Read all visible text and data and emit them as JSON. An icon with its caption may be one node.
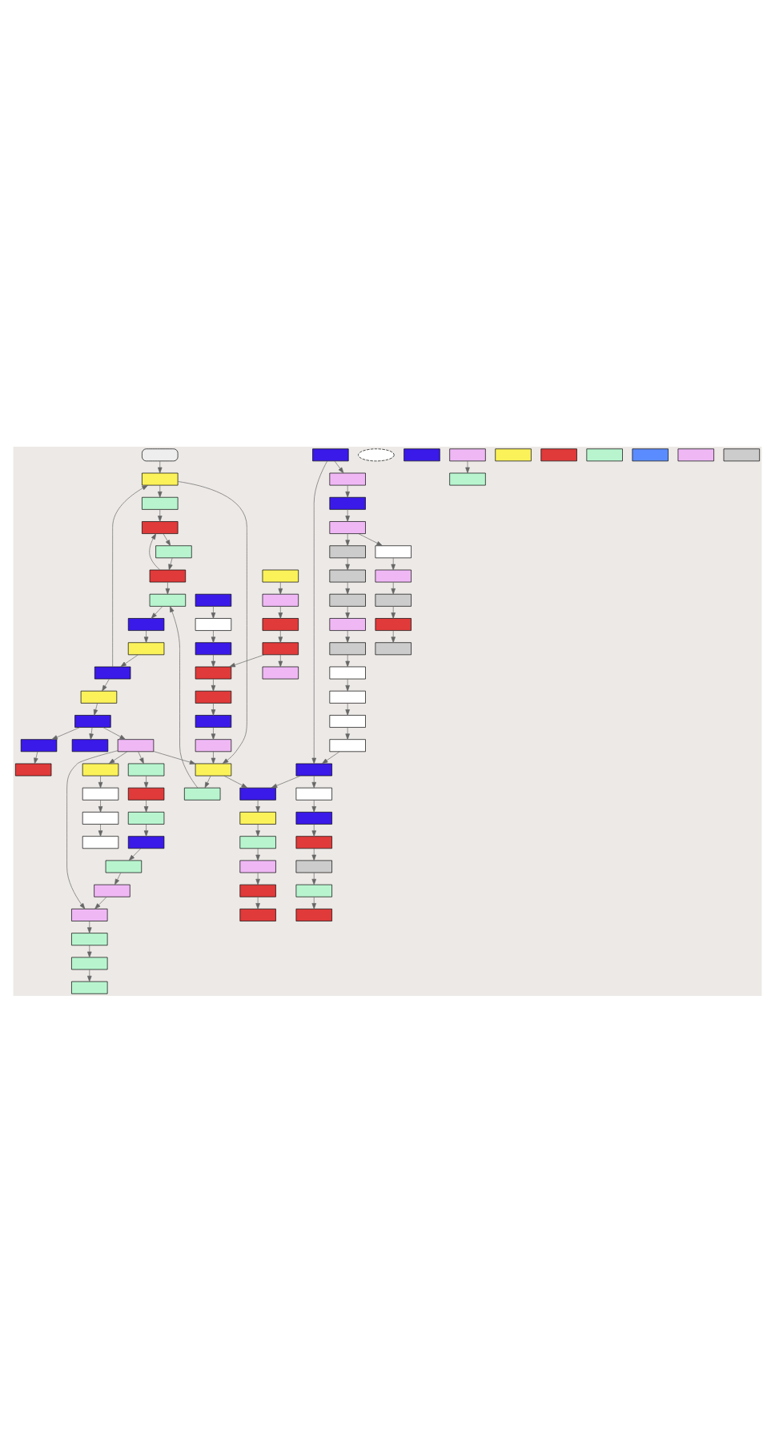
{
  "diagram": {
    "nodes": [
      {
        "text": [],
        "shape": "box"
      },
      {
        "text": [],
        "shape": "box"
      },
      {
        "text": [],
        "shape": "box"
      },
      {
        "text": [],
        "shape": "box"
      },
      {
        "text": [],
        "shape": "box"
      },
      {
        "text": [],
        "shape": "box"
      },
      {
        "text": [],
        "shape": "box"
      },
      {
        "text": [],
        "shape": "box"
      },
      {
        "text": [],
        "shape": "box"
      },
      {
        "text": [],
        "shape": "box"
      },
      {
        "text": [],
        "shape": "box"
      },
      {
        "text": [],
        "shape": "box"
      },
      {
        "text": [],
        "shape": "cloud"
      },
      {
        "text": [],
        "shape": "box"
      },
      {
        "text": [],
        "shape": "box"
      },
      {
        "text": [],
        "shape": "box"
      },
      {
        "text": [],
        "shape": "box"
      },
      {
        "text": [],
        "shape": "box"
      },
      {
        "text": [],
        "shape": "box"
      },
      {
        "text": [],
        "shape": "box"
      },
      {
        "text": [],
        "shape": "box"
      },
      {
        "text": [],
        "shape": "box"
      },
      {
        "text": [],
        "shape": "box"
      },
      {
        "text": [],
        "shape": "box"
      },
      {
        "text": [],
        "shape": "box"
      },
      {
        "text": [],
        "shape": "box"
      },
      {
        "text": [],
        "shape": "box"
      },
      {
        "text": [],
        "shape": "box"
      },
      {
        "text": [],
        "shape": "box"
      },
      {
        "text": [],
        "shape": "box"
      },
      {
        "text": [],
        "shape": "box"
      },
      {
        "text": [],
        "shape": "box"
      },
      {
        "text": [],
        "shape": "box"
      },
      {
        "text": [],
        "shape": "box"
      },
      {
        "text": [],
        "shape": "box"
      },
      {
        "text": [],
        "shape": "box"
      },
      {
        "text": [],
        "shape": "box"
      },
      {
        "text": [],
        "shape": "box"
      },
      {
        "text": [],
        "shape": "box"
      },
      {
        "text": [],
        "shape": "box"
      },
      {
        "text": [],
        "shape": "box"
      },
      {
        "text": [],
        "shape": "box"
      },
      {
        "text": [],
        "shape": "box"
      },
      {
        "text": [],
        "shape": "box"
      },
      {
        "text": [],
        "shape": "box"
      },
      {
        "text": [],
        "shape": "box"
      },
      {
        "text": [],
        "shape": "box"
      },
      {
        "text": [],
        "shape": "box"
      },
      {
        "text": [],
        "shape": "box"
      },
      {
        "text": [],
        "shape": "box"
      },
      {
        "text": [],
        "shape": "box"
      },
      {
        "text": [],
        "shape": "box"
      },
      {
        "text": [],
        "shape": "box"
      },
      {
        "text": [],
        "shape": "box"
      },
      {
        "text": [],
        "shape": "box"
      },
      {
        "text": [],
        "shape": "box"
      },
      {
        "text": [],
        "shape": "box"
      },
      {
        "text": [],
        "shape": "box"
      },
      {
        "text": [],
        "shape": "box"
      },
      {
        "text": [],
        "shape": "box"
      },
      {
        "text": [],
        "shape": "box"
      },
      {
        "text": [],
        "shape": "box"
      },
      {
        "text": [],
        "shape": "box"
      },
      {
        "text": [],
        "shape": "box"
      },
      {
        "text": [],
        "shape": "box"
      },
      {
        "text": [],
        "shape": "box"
      },
      {
        "text": [],
        "shape": "box"
      },
      {
        "text": [],
        "shape": "box"
      },
      {
        "text": [],
        "shape": "box"
      },
      {
        "text": [],
        "shape": "box"
      },
      {
        "text": [],
        "shape": "box"
      },
      {
        "text": [],
        "shape": "box"
      },
      {
        "text": [],
        "shape": "box"
      },
      {
        "text": [],
        "shape": "box"
      },
      {
        "text": [],
        "shape": "box"
      },
      {
        "text": [],
        "shape": "box"
      },
      {
        "text": [],
        "shape": "box"
      },
      {
        "text": [],
        "shape": "box"
      },
      {
        "text": [],
        "shape": "box"
      },
      {
        "text": [],
        "shape": "box"
      },
      {
        "text": [],
        "shape": "box"
      },
      {
        "text": [],
        "shape": "box"
      },
      {
        "text": [],
        "shape": "box"
      },
      {
        "text": [],
        "shape": "box"
      },
      {
        "text": [],
        "shape": "box"
      }
    ],
    "edges": [
      {
        "from": 0,
        "to": 1,
        "arrow": "to"
      },
      {
        "from": 1,
        "to": 2,
        "arrow": "to"
      },
      {
        "from": 2,
        "to": 3,
        "arrow": "to"
      },
      {
        "from": 3,
        "to": 4,
        "arrow": "to"
      },
      {
        "from": 4,
        "to": 5,
        "arrow": "to"
      },
      {
        "from": 5,
        "to": 3,
        "arrow": "to"
      },
      {
        "from": 5,
        "to": 6,
        "arrow": "to"
      },
      {
        "from": 6,
        "to": 7,
        "arrow": "to"
      },
      {
        "from": 7,
        "to": 8,
        "arrow": "to"
      },
      {
        "from": 9,
        "to": 1,
        "arrow": "to"
      },
      {
        "from": 8,
        "to": 9,
        "arrow": "to"
      },
      {
        "from": 9,
        "to": 10,
        "arrow": "to"
      },
      {
        "from": 10,
        "to": 11,
        "arrow": "to"
      },
      {
        "from": 11,
        "to": 13,
        "arrow": "to"
      },
      {
        "from": 11,
        "to": 15,
        "arrow": "to"
      },
      {
        "from": 11,
        "to": 16,
        "arrow": "to"
      },
      {
        "from": 16,
        "to": 17,
        "arrow": "to"
      },
      {
        "from": 13,
        "to": 14,
        "arrow": "to"
      },
      {
        "from": 13,
        "to": 21,
        "arrow": "to"
      },
      {
        "from": 14,
        "to": 18,
        "arrow": "to"
      },
      {
        "from": 18,
        "to": 19,
        "arrow": "to"
      },
      {
        "from": 19,
        "to": 20,
        "arrow": "to"
      },
      {
        "from": 21,
        "to": 22,
        "arrow": "to"
      },
      {
        "from": 22,
        "to": 23,
        "arrow": "to"
      },
      {
        "from": 23,
        "to": 24,
        "arrow": "to"
      },
      {
        "from": 24,
        "to": 25,
        "arrow": "to"
      },
      {
        "from": 25,
        "to": 26,
        "arrow": "to"
      },
      {
        "from": 13,
        "to": 27,
        "arrow": "to"
      },
      {
        "from": 26,
        "to": 27,
        "arrow": "to"
      },
      {
        "from": 27,
        "to": 28,
        "arrow": "to"
      },
      {
        "from": 28,
        "to": 29,
        "arrow": "to"
      },
      {
        "from": 29,
        "to": 30,
        "arrow": "to"
      },
      {
        "from": 31,
        "to": 32,
        "arrow": "to"
      },
      {
        "from": 32,
        "to": 34,
        "arrow": "to"
      },
      {
        "from": 34,
        "to": 35,
        "arrow": "to"
      },
      {
        "from": 35,
        "to": 36,
        "arrow": "to"
      },
      {
        "from": 36,
        "to": 37,
        "arrow": "to"
      },
      {
        "from": 37,
        "to": 38,
        "arrow": "to"
      },
      {
        "from": 38,
        "to": 39,
        "arrow": "to"
      },
      {
        "from": 39,
        "to": 40,
        "arrow": "to"
      },
      {
        "from": 39,
        "to": 41,
        "arrow": "to"
      },
      {
        "from": 1,
        "to": 39,
        "arrow": "to"
      },
      {
        "from": 13,
        "to": 39,
        "arrow": "to"
      },
      {
        "from": 40,
        "to": 6,
        "arrow": "to"
      },
      {
        "from": 41,
        "to": 42,
        "arrow": "to"
      },
      {
        "from": 42,
        "to": 43,
        "arrow": "to"
      },
      {
        "from": 43,
        "to": 44,
        "arrow": "to"
      },
      {
        "from": 44,
        "to": 45,
        "arrow": "to"
      },
      {
        "from": 45,
        "to": 46,
        "arrow": "to"
      },
      {
        "from": 47,
        "to": 48,
        "arrow": "to"
      },
      {
        "from": 48,
        "to": 49,
        "arrow": "to"
      },
      {
        "from": 49,
        "to": 50,
        "arrow": "to"
      },
      {
        "from": 50,
        "to": 51,
        "arrow": "to"
      },
      {
        "from": 51,
        "to": 52,
        "arrow": "to"
      },
      {
        "from": 52,
        "to": 53,
        "arrow": "to"
      },
      {
        "from": 53,
        "to": 54,
        "arrow": "to"
      },
      {
        "from": 54,
        "to": 55,
        "arrow": "to"
      },
      {
        "from": 50,
        "to": 56,
        "arrow": "to"
      },
      {
        "from": 56,
        "to": 57,
        "arrow": "to"
      },
      {
        "from": 57,
        "to": 58,
        "arrow": "to"
      },
      {
        "from": 58,
        "to": 59,
        "arrow": "to"
      },
      {
        "from": 59,
        "to": 60,
        "arrow": "to"
      },
      {
        "from": 60,
        "to": 61,
        "arrow": "to"
      },
      {
        "from": 61,
        "to": 62,
        "arrow": "to"
      },
      {
        "from": 62,
        "to": 63,
        "arrow": "to"
      },
      {
        "from": 63,
        "to": 64,
        "arrow": "to"
      },
      {
        "from": 64,
        "to": 67,
        "arrow": "to"
      },
      {
        "from": 47,
        "to": 67,
        "arrow": "to"
      },
      {
        "from": 67,
        "to": 41,
        "arrow": "to"
      },
      {
        "from": 67,
        "to": 68,
        "arrow": "to"
      },
      {
        "from": 68,
        "to": 69,
        "arrow": "to"
      },
      {
        "from": 69,
        "to": 70,
        "arrow": "to"
      },
      {
        "from": 70,
        "to": 71,
        "arrow": "to"
      },
      {
        "from": 71,
        "to": 72,
        "arrow": "to"
      },
      {
        "from": 72,
        "to": 73,
        "arrow": "to"
      },
      {
        "from": 74,
        "to": 75,
        "arrow": "to"
      },
      {
        "from": 75,
        "to": 76,
        "arrow": "to"
      },
      {
        "from": 76,
        "to": 77,
        "arrow": "to"
      },
      {
        "from": 77,
        "to": 78,
        "arrow": "to"
      },
      {
        "from": 77,
        "to": 35,
        "arrow": "to"
      },
      {
        "from": 65,
        "to": 66,
        "arrow": "to"
      }
    ]
  }
}
